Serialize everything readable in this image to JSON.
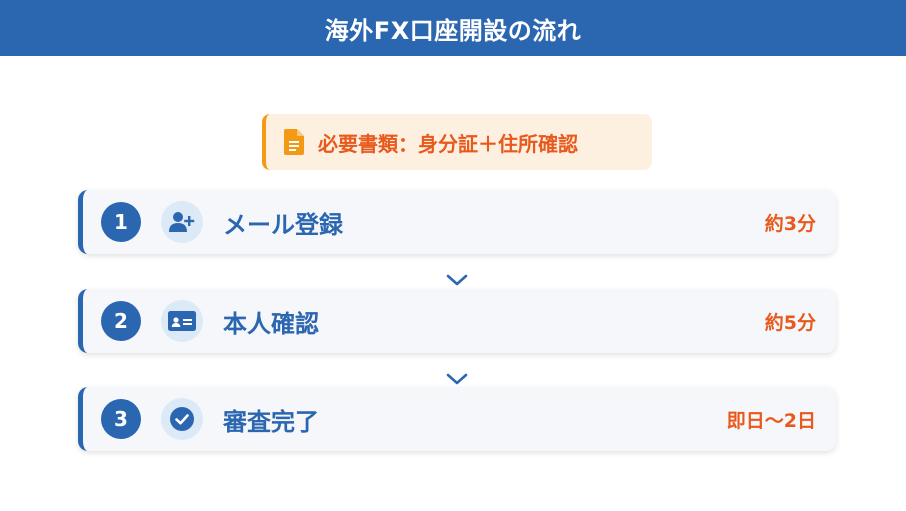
{
  "header": {
    "title": "海外FX口座開設の流れ"
  },
  "documents": {
    "label": "必要書類：身分証＋住所確認",
    "icon": "document-icon"
  },
  "steps": [
    {
      "number": "1",
      "label": "メール登録",
      "time": "約3分",
      "icon": "user-plus-icon"
    },
    {
      "number": "2",
      "label": "本人確認",
      "time": "約5分",
      "icon": "id-card-icon"
    },
    {
      "number": "3",
      "label": "審査完了",
      "time": "即日〜2日",
      "icon": "check-circle-icon"
    }
  ],
  "colors": {
    "primary": "#2b66b1",
    "accent": "#e8591c",
    "badge_bg": "#fdf0e1",
    "badge_border": "#f29a16"
  }
}
